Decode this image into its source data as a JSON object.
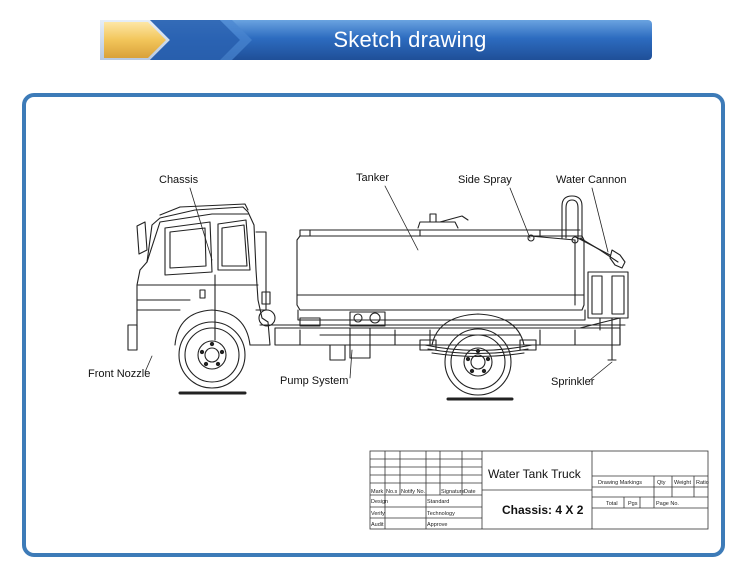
{
  "header": {
    "title": "Sketch drawing",
    "accent_color": "#2f6fc0",
    "arrow_color": "#f2c55a"
  },
  "diagram": {
    "callouts": {
      "chassis": "Chassis",
      "tanker": "Tanker",
      "side_spray": "Side Spray",
      "water_cannon": "Water Cannon",
      "front_nozzle": "Front Nozzle",
      "pump_system": "Pump System",
      "sprinkler": "Sprinkler"
    }
  },
  "title_block": {
    "name": "Water Tank Truck",
    "chassis_label": "Chassis: 4 X 2",
    "row_labels": [
      "Mark",
      "Design",
      "Verify",
      "Audit"
    ],
    "header_cells": [
      "No.s",
      "Notify No.",
      "Signature",
      "Date"
    ],
    "right_cells": {
      "drawing_markings": "Drawing Markings",
      "qty": "Qty",
      "weight": "Weight",
      "ratio": "Ratio",
      "total": "Total",
      "pgs": "Pgs",
      "page_no": "Page No."
    },
    "mid_cells": [
      "Standard",
      "Technology",
      "Approve"
    ]
  }
}
